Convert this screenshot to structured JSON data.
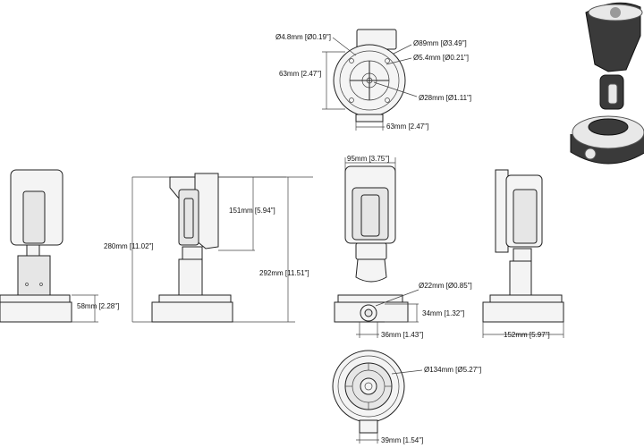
{
  "dimensions": {
    "d_screw": "Ø4.8mm [Ø0.19\"]",
    "d_mount": "Ø89mm [Ø3.49\"]",
    "d_hole": "Ø5.4mm [Ø0.21\"]",
    "d_center": "Ø28mm [Ø1.11\"]",
    "h_63": "63mm [2.47\"]",
    "w_63": "63mm [2.47\"]",
    "h_58": "58mm [2.28\"]",
    "h_280": "280mm [11.02\"]",
    "h_151": "151mm [5.94\"]",
    "h_292": "292mm [11.51\"]",
    "w_95": "95mm [3.75\"]",
    "d_22": "Ø22mm [Ø0.85\"]",
    "h_34": "34mm [1.32\"]",
    "w_36": "36mm [1.43\"]",
    "w_152": "152mm [5.97\"]",
    "d_134": "Ø134mm [Ø5.27\"]",
    "w_39": "39mm [1.54\"]"
  }
}
